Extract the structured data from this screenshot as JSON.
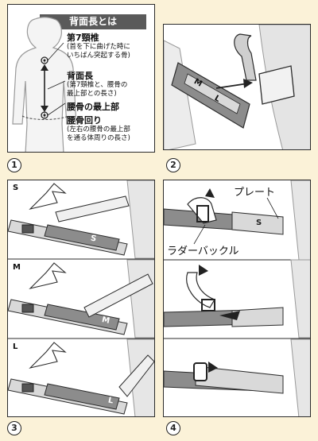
{
  "panel1": {
    "title": "背面長とは",
    "c7_label": "第7頸椎",
    "c7_note_line1": "(首を下に曲げた時に",
    "c7_note_line2": "いちばん突起する骨)",
    "back_length_label": "背面長",
    "back_length_note_line1": "(第7頸椎と、腰骨の",
    "back_length_note_line2": "最上部との長さ)",
    "hip_top_label": "腰骨の最上部",
    "hip_circ_label": "腰骨回り",
    "hip_circ_note_line1": "(左右の腰骨の最上部",
    "hip_circ_note_line2": "を通る体周りの長さ)"
  },
  "step_numbers": [
    "1",
    "2",
    "3",
    "4"
  ],
  "panel2_marks": [
    "M",
    "L"
  ],
  "panel3": {
    "sizes": [
      "S",
      "M",
      "L"
    ],
    "strap_marks": [
      "S",
      "M",
      "L"
    ]
  },
  "panel4": {
    "plate_label": "プレート",
    "ladder_buckle_label": "ラダーバックル",
    "plate_mark": "S"
  },
  "colors": {
    "background": "#fbf2d8",
    "line": "#2b2b2b",
    "strap": "#8c8c8c",
    "strap_dark": "#555555",
    "pad": "#d9d9d9",
    "header": "#5a5a5a"
  }
}
